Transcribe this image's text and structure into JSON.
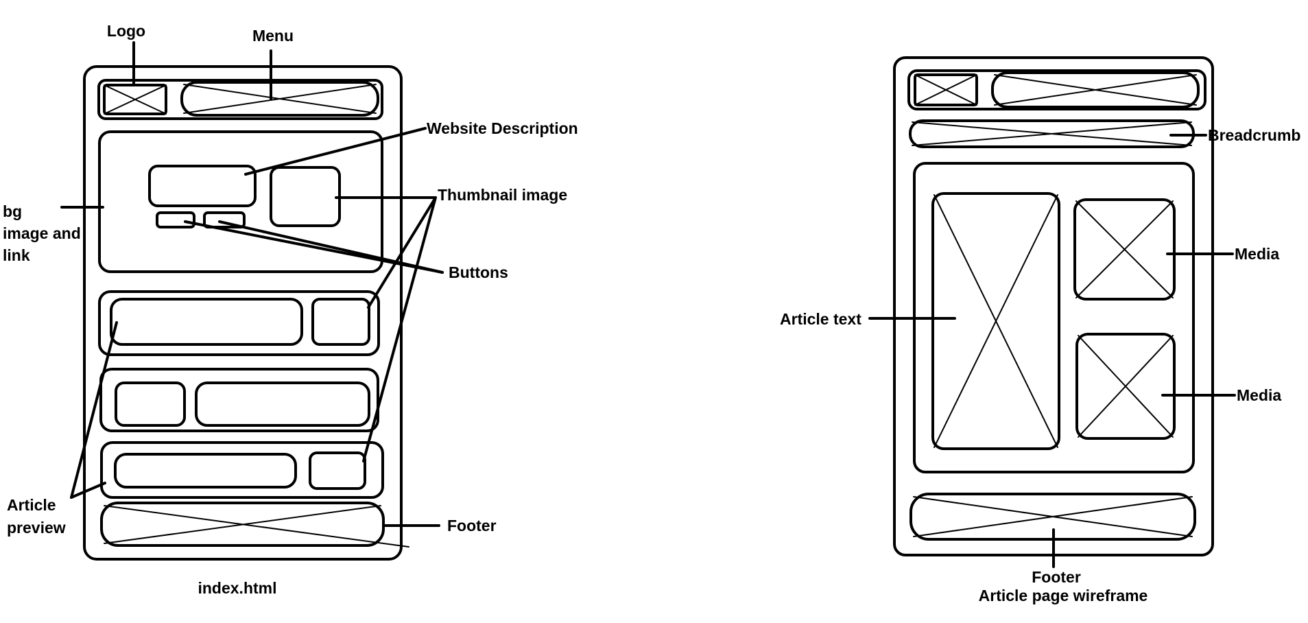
{
  "index_wireframe": {
    "caption": "index.html",
    "labels": {
      "logo": "Logo",
      "menu": "Menu",
      "website_description": "Website Description",
      "thumbnail_image": "Thumbnail image",
      "bg_image_and_link": [
        "bg",
        "image and",
        "link"
      ],
      "buttons": "Buttons",
      "article_preview": [
        "Article",
        "preview"
      ],
      "footer": "Footer"
    }
  },
  "article_wireframe": {
    "labels": {
      "breadcrumb": "Breadcrumb",
      "media_top": "Media",
      "article_text": "Article text",
      "media_bottom": "Media",
      "footer": "Footer"
    },
    "caption": "Article page wireframe"
  }
}
